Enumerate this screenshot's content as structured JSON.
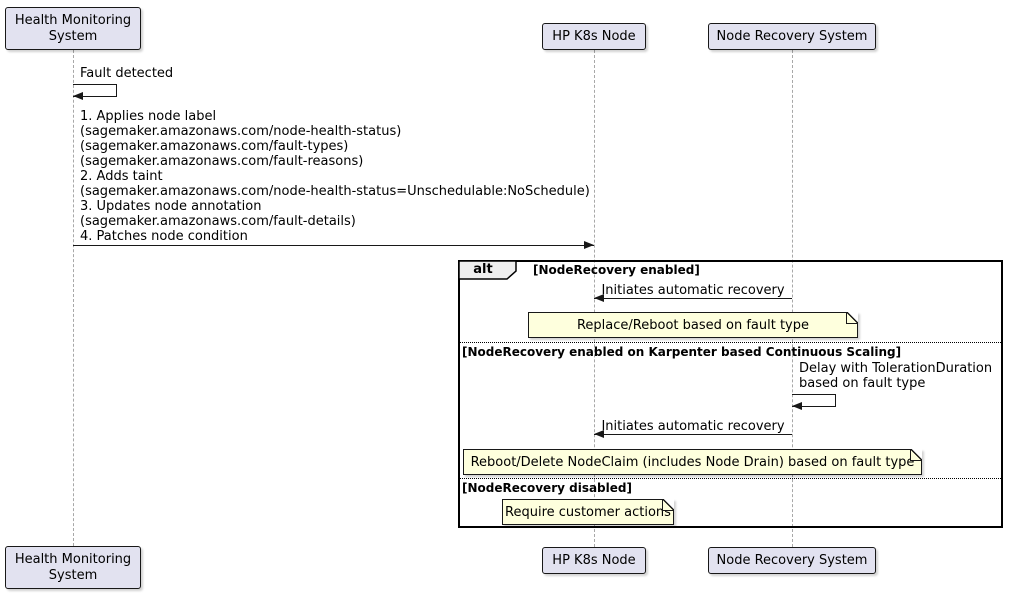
{
  "participants": {
    "hms": {
      "label": "Health Monitoring System"
    },
    "k8s": {
      "label": "HP K8s Node"
    },
    "nrs": {
      "label": "Node Recovery System"
    }
  },
  "messages": {
    "fault_detected": {
      "label": "Fault detected"
    },
    "node_update": {
      "lines": [
        "1. Applies node label",
        "(sagemaker.amazonaws.com/node-health-status)",
        "(sagemaker.amazonaws.com/fault-types)",
        "(sagemaker.amazonaws.com/fault-reasons)",
        "2. Adds taint",
        "(sagemaker.amazonaws.com/node-health-status=Unschedulable:NoSchedule)",
        "3. Updates node annotation",
        "(sagemaker.amazonaws.com/fault-details)",
        "4. Patches node condition"
      ]
    },
    "initiate_recovery_1": {
      "label": "Initiates automatic recovery"
    },
    "delay": {
      "lines": [
        "Delay with TolerationDuration",
        "based on fault type"
      ]
    },
    "initiate_recovery_2": {
      "label": "Initiates automatic recovery"
    }
  },
  "frame": {
    "operator": "alt",
    "conditions": [
      "[NodeRecovery enabled]",
      "[NodeRecovery enabled on Karpenter based Continuous Scaling]",
      "[NodeRecovery disabled]"
    ]
  },
  "notes": {
    "replace_reboot": "Replace/Reboot based on fault type",
    "reboot_delete": "Reboot/Delete NodeClaim (includes Node Drain) based on fault type",
    "customer_actions": "Require customer actions"
  },
  "colors": {
    "participant_fill": "#E2E2F0",
    "participant_border": "#181818",
    "note_fill": "#FEFFDD",
    "note_border": "#181818",
    "frame_border": "#000000",
    "operator_tab_fill": "#EEEEEE",
    "lifeline": "#A8A8A8",
    "arrow": "#181818",
    "background": "#FFFFFF"
  }
}
